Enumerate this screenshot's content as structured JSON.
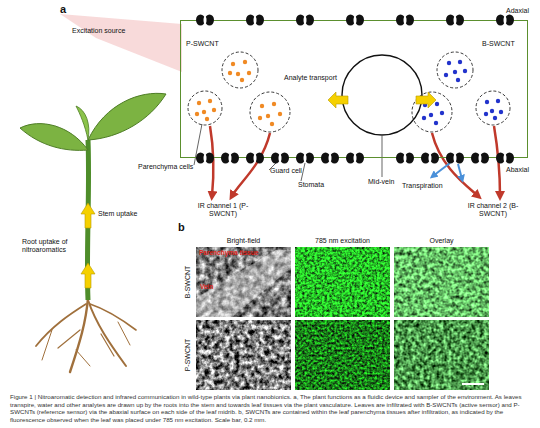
{
  "diagram": {
    "nodes": [
      {
        "text": [
          "Adaxial",
          "Abaxial"
        ]
      },
      {
        "text": [
          "Parenchyma tissue",
          "Vein"
        ]
      }
    ],
    "labels": [
      "a",
      "Excitation source",
      "Stem uptake",
      "Root uptake of nitroaromatics",
      "P-SWCNT",
      "Analyte transport",
      "B-SWCNT",
      "Parenchyma cells",
      "Guard cell",
      "Stomata",
      "Mid-vein",
      "IR channel 1 (P-SWCNT)",
      "IR channel 2 (B-SWCNT)",
      "Transpiration",
      "b",
      "Bright-field",
      "785 nm excitation",
      "Overlay",
      "B-SWCNT",
      "P-SWCNT"
    ],
    "caption": "Figure 1 | Nitroaromatic detection and infrared communication in wild-type plants via plant nanobionics. a, The plant functions as a fluidic device and sampler of the environment. As leaves transpire, water and other analytes are drawn up by the roots into the stem and towards leaf tissues via the plant vasculature. Leaves are infiltrated with B-SWCNTs (active sensor) and P-SWCNTs (reference sensor) via the abaxial surface on each side of the leaf midrib. b, SWCNTs are contained within the leaf parenchyma tissues after infiltration, as indicated by the fluorescence observed when the leaf was placed under 785 nm excitation. Scale bar, 0.2 mm."
  }
}
